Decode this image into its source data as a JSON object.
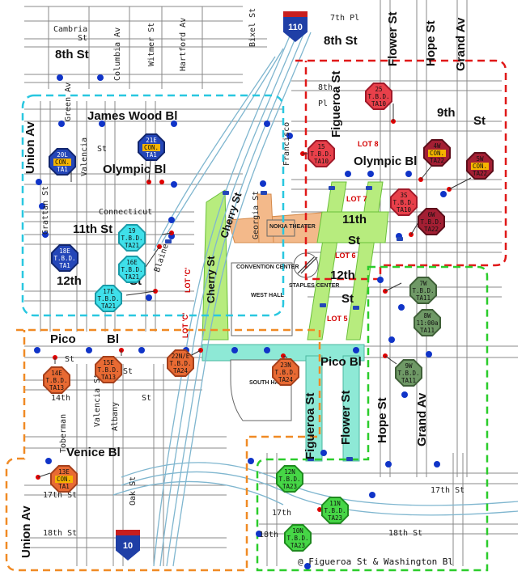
{
  "streets": {
    "cambria": "Cambria",
    "st_cambria": "St",
    "eighth_st_left": "8th St",
    "columbia_av": "Columbia Av",
    "witmer_st": "Witmer St",
    "hartford_av": "Hartford Av",
    "bixel_st": "Bixel St",
    "seventh_pl": "7th Pl",
    "eighth_st_right": "8th St",
    "flower_st_top": "Flower St",
    "hope_st_top": "Hope St",
    "grand_av_top": "Grand Av",
    "union_av_top": "Union Av",
    "green_av": "Green Av",
    "james_wood_bl": "James Wood Bl",
    "valencia_top": "Valencia",
    "st_valencia": "St",
    "olympic_bl_left": "Olympic Bl",
    "francisco": "Francisco",
    "figueroa_st_top": "Figueroa St",
    "eighth_label": "8th",
    "pl_label": "Pl",
    "ninth": "9th",
    "st_ninth": "St",
    "olympic_bl_right": "Olympic Bl",
    "grattan_st": "Grattan St",
    "connecticut": "Connecticut",
    "eleventh_st_left": "11th St",
    "cherry_st_top": "Cherry St",
    "georgia_st": "Georgia St",
    "nokia_theater": "NOKIA THEATER",
    "eleventh_right": "11th",
    "st_eleventh": "St",
    "twelfth_left": "12th",
    "st_twelfth_left": "St",
    "blaine": "Blaine",
    "convention_center": "CONVENTION CENTER",
    "cherry_st_mid": "Cherry St",
    "west_hall": "WEST HALL",
    "staples_center": "STAPLES CENTER",
    "twelfth_right": "12th",
    "st_twelfth_right": "St",
    "pico_bl_left": "Pico",
    "bl_pico_left": "Bl",
    "st_pico": "St",
    "st_albany": "St",
    "fourteenth_st": "14th",
    "valencia_st": "Valencia St",
    "albany": "Albany",
    "st_albany2": "St",
    "south_hall": "SOUTH HALL",
    "pico_bl_right": "Pico Bl",
    "toberman": "Toberman",
    "venice_bl": "Venice Bl",
    "figueroa_st_bottom": "Figueroa St",
    "flower_st_bottom": "Flower St",
    "hope_st_bottom": "Hope St",
    "grand_av_bottom": "Grand Av",
    "union_av_bottom": "Union Av",
    "seventeenth_st_left": "17th St",
    "oak_st": "Oak St",
    "seventeenth_st_right": "17th St",
    "eighteenth_st_left": "18th St",
    "seventeenth_mid": "17th",
    "eighteenth_mid": "18th",
    "eighteenth_st_right": "18th St"
  },
  "lots": {
    "lot_c_left": "LOT 'C'",
    "lot_c_right": "LOT 'C'",
    "lot_8": "LOT 8",
    "lot_7": "LOT 7",
    "lot_6": "LOT 6",
    "lot_5": "LOT 5"
  },
  "highways": {
    "i110": "110",
    "i10": "10"
  },
  "signs": {
    "s25": {
      "line1": "25",
      "line2": "T.B.D.",
      "line3": "TA10"
    },
    "s15": {
      "line1": "15",
      "line2": "T.B.D.",
      "line3": "TA10"
    },
    "s4w": {
      "line1": "4W",
      "line2": "CON.",
      "line3": "TA22"
    },
    "s5w": {
      "line1": "5W",
      "line2": "CON.",
      "line3": "TA22"
    },
    "s3s": {
      "line1": "3S",
      "line2": "T.B.D.",
      "line3": "TA10"
    },
    "s6w": {
      "line1": "6W",
      "line2": "T.B.D.",
      "line3": "TA22"
    },
    "s20l": {
      "line1": "20L",
      "line2": "CON.",
      "line3": "TA1"
    },
    "s21e": {
      "line1": "21E",
      "line2": "CON.",
      "line3": "TA1"
    },
    "s19": {
      "line1": "19",
      "line2": "T.B.D.",
      "line3": "TA21"
    },
    "s18e": {
      "line1": "18E",
      "line2": "T.B.D.",
      "line3": "TA1"
    },
    "s16e": {
      "line1": "16E",
      "line2": "T.B.D.",
      "line3": "TA21"
    },
    "s17e": {
      "line1": "17E",
      "line2": "T.B.D.",
      "line3": "TA21"
    },
    "s14e": {
      "line1": "14E",
      "line2": "T.B.D.",
      "line3": "TA13"
    },
    "s15e": {
      "line1": "15E",
      "line2": "T.B.D.",
      "line3": "TA13"
    },
    "s22n": {
      "line1": "22N/E",
      "line2": "T.B.D.",
      "line3": "TA24"
    },
    "s23n": {
      "line1": "23N",
      "line2": "T.B.D.",
      "line3": "TA24"
    },
    "s13e": {
      "line1": "13E",
      "line2": "CON.",
      "line3": "TA1"
    },
    "s7w": {
      "line1": "7W",
      "line2": "T.B.D.",
      "line3": "TA11"
    },
    "s8w": {
      "line1": "8W",
      "line2": "11:00a",
      "line3": "TA11"
    },
    "s9w": {
      "line1": "9W",
      "line2": "T.B.D.",
      "line3": "TA11"
    },
    "s12n": {
      "line1": "12N",
      "line2": "T.B.D.",
      "line3": "TA23"
    },
    "s11n": {
      "line1": "11N",
      "line2": "T.B.D.",
      "line3": "TA23"
    },
    "s10n": {
      "line1": "10N",
      "line2": "T.B.D.",
      "line3": "TA23"
    }
  },
  "caption": "@ Figueroa St & Washington Bl",
  "colors": {
    "zone_cyan": "#29c7e0",
    "zone_red": "#e01818",
    "zone_orange": "#f08a24",
    "zone_green": "#2bcc2b",
    "route_green": "#b7ec7e",
    "route_teal": "#8ee9d6",
    "route_orange": "#f3b98a",
    "freeway": "#7fb6cf",
    "sign_red": "#e8404a",
    "sign_darkred": "#a31f33",
    "sign_blue": "#2446b8",
    "sign_cyan": "#3fe0ea",
    "sign_orange": "#e86a33",
    "sign_green": "#46d646",
    "sign_olive": "#6f9966",
    "dot_blue": "#1034c8",
    "dot_red": "#e00000"
  }
}
